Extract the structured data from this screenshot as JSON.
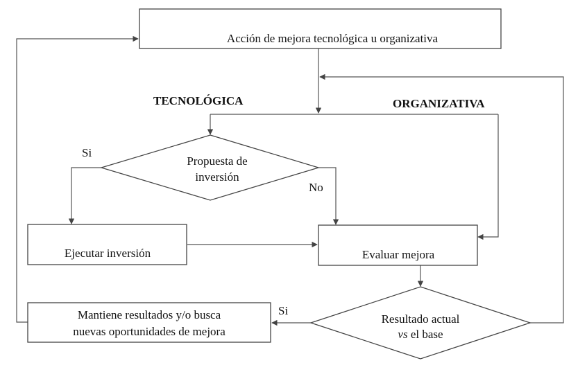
{
  "nodes": {
    "action": {
      "label": "Acción de mejora tecnológica u organizativa"
    },
    "proposal": {
      "line1": "Propuesta de",
      "line2": "inversión"
    },
    "execute": {
      "label": "Ejecutar inversión"
    },
    "evaluate": {
      "label": "Evaluar mejora"
    },
    "result": {
      "line1": "Resultado actual",
      "line2_italic": "vs",
      "line2_rest": " el base"
    },
    "maintain": {
      "line1": "Mantiene resultados y/o busca",
      "line2": "nuevas oportunidades de mejora"
    }
  },
  "branches": {
    "technological": "TECNOLÓGICA",
    "organizational": "ORGANIZATIVA"
  },
  "edge_labels": {
    "proposal_yes": "Si",
    "proposal_no": "No",
    "result_yes": "Si"
  },
  "colors": {
    "stroke": "#444444",
    "text": "#111111"
  }
}
